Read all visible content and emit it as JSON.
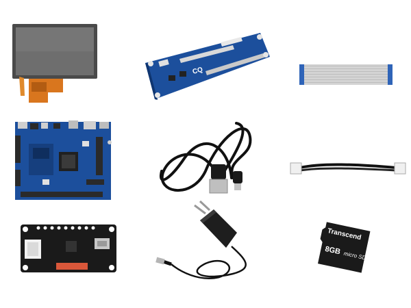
{
  "kit_items": [
    {
      "name": "lcd-touch-panel"
    },
    {
      "name": "lcd-adapter-board"
    },
    {
      "name": "ffc-ribbon-cable"
    },
    {
      "name": "main-development-board"
    },
    {
      "name": "usb-mini-cable"
    },
    {
      "name": "jst-wire-cable"
    },
    {
      "name": "debug-adapter-board"
    },
    {
      "name": "power-adapter"
    },
    {
      "name": "microsd-card"
    }
  ],
  "logos": {
    "adapter_board_logo": "CQ",
    "microsd_brand": "Transcend",
    "microsd_capacity": "8GB",
    "microsd_logo": "micro SD"
  },
  "colors": {
    "pcb_blue": "#1c4f9c",
    "pcb_dark_blue": "#163f7e",
    "black_pcb": "#1a1a1a",
    "flex_orange": "#d9761e",
    "ribbon_gray": "#cfcfcf",
    "ribbon_blue": "#2f64b8"
  }
}
